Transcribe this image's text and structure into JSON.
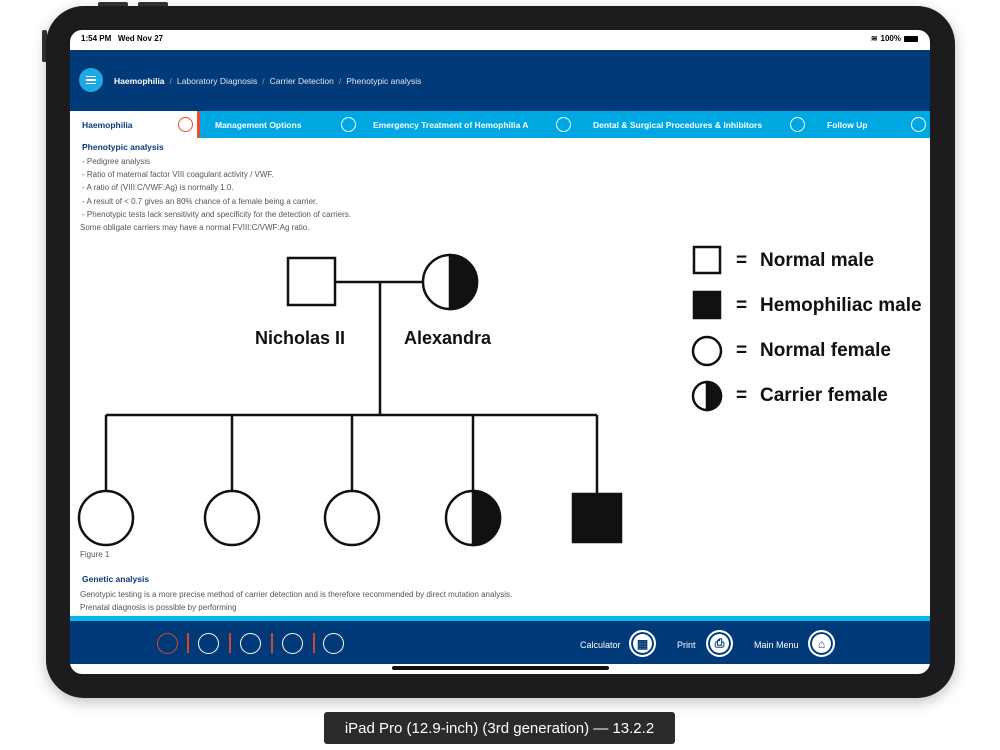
{
  "status": {
    "time": "1:54 PM",
    "date": "Wed Nov 27",
    "battery": "100%"
  },
  "breadcrumb": [
    "Haemophilia",
    "Laboratory Diagnosis",
    "Carrier Detection",
    "Phenotypic analysis"
  ],
  "tabs": [
    {
      "label": "Haemophilia"
    },
    {
      "label": "Management Options"
    },
    {
      "label": "Emergency Treatment of Hemophilia A"
    },
    {
      "label": "Dental & Surgical Procedures & Inhibitors"
    },
    {
      "label": "Follow Up"
    }
  ],
  "content": {
    "heading": "Phenotypic analysis",
    "lines": [
      "- Pedigree analysis",
      "- Ratio of maternal factor VIII coagulant activity / VWF.",
      "- A ratio of (VIII:C/VWF:Ag) is normally 1.0.",
      "- A result of < 0.7 gives an 80% chance of a female being a carrier.",
      "- Phenotypic tests lack sensitivity and specificity for the detection of carriers.",
      "Some obligate carriers may have a normal FVIII:C/VWF:Ag ratio."
    ],
    "figure": {
      "father": "Nicholas II",
      "mother": "Alexandra",
      "caption": "Figure 1",
      "legend": [
        {
          "symbol": "=",
          "label": "Normal male"
        },
        {
          "symbol": "=",
          "label": "Hemophiliac male"
        },
        {
          "symbol": "=",
          "label": "Normal female"
        },
        {
          "symbol": "=",
          "label": "Carrier female"
        }
      ]
    },
    "heading2": "Genetic analysis",
    "lines2": [
      "Genotypic testing is a more precise method of carrier detection and is therefore recommended by direct mutation analysis.",
      "Prenatal diagnosis is possible by performing"
    ]
  },
  "footer": {
    "calculator": "Calculator",
    "print": "Print",
    "main_menu": "Main Menu"
  },
  "device_caption": "iPad Pro (12.9-inch) (3rd generation) — 13.2.2"
}
